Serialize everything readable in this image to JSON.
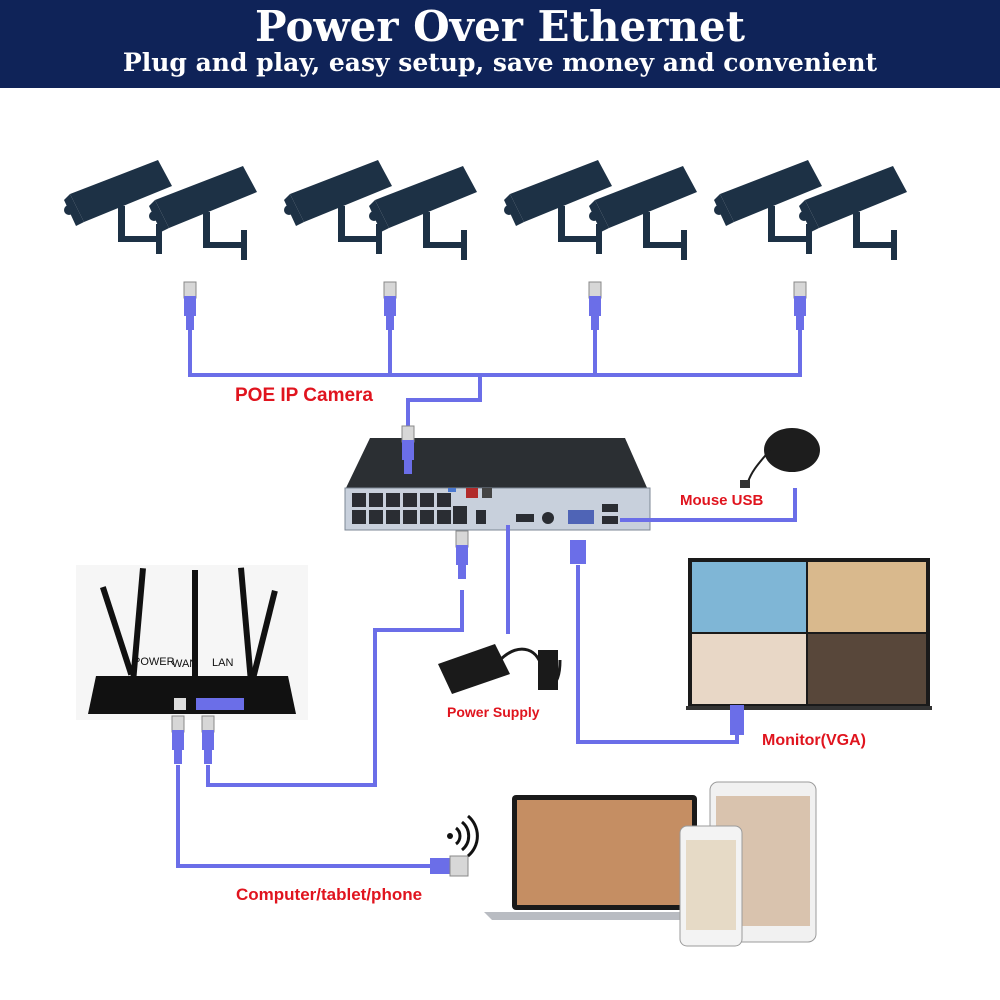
{
  "header": {
    "title": "Power Over Ethernet",
    "subtitle": "Plug and play, easy setup, save money and convenient"
  },
  "labels": {
    "poe_camera": "POE IP Camera",
    "mouse": "Mouse USB",
    "power_supply": "Power Supply",
    "monitor": "Monitor(VGA)",
    "devices": "Computer/tablet/phone"
  },
  "router": {
    "power": "POWER",
    "wan": "WAN",
    "lan": "LAN"
  },
  "colors": {
    "banner": "#0f2358",
    "label_red": "#e0141e",
    "cable": "#6b6ee8",
    "camera_body": "#1d3145"
  },
  "icons": {
    "camera": "cctv-camera-icon",
    "connector": "rj45-connector-icon",
    "wifi": "wifi-signal-icon"
  }
}
